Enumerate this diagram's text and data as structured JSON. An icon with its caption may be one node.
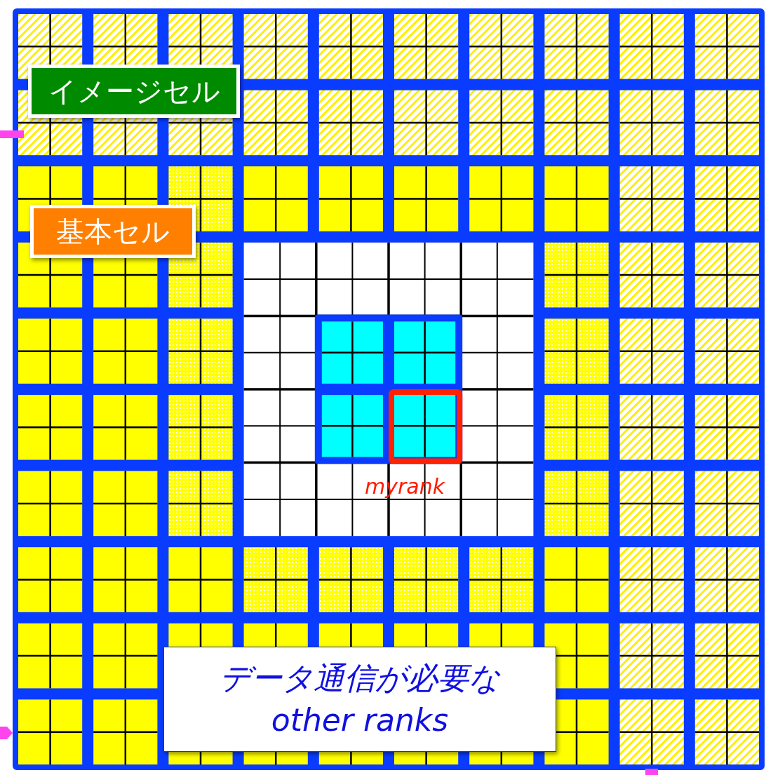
{
  "diagram": {
    "nodes": [
      {
        "text": [
          "イメージセル"
        ]
      },
      {
        "text": [
          "基本セル"
        ]
      },
      {
        "text": [
          "データ通信が必要な other ranks"
        ]
      }
    ],
    "labels": [
      "myrank"
    ]
  }
}
